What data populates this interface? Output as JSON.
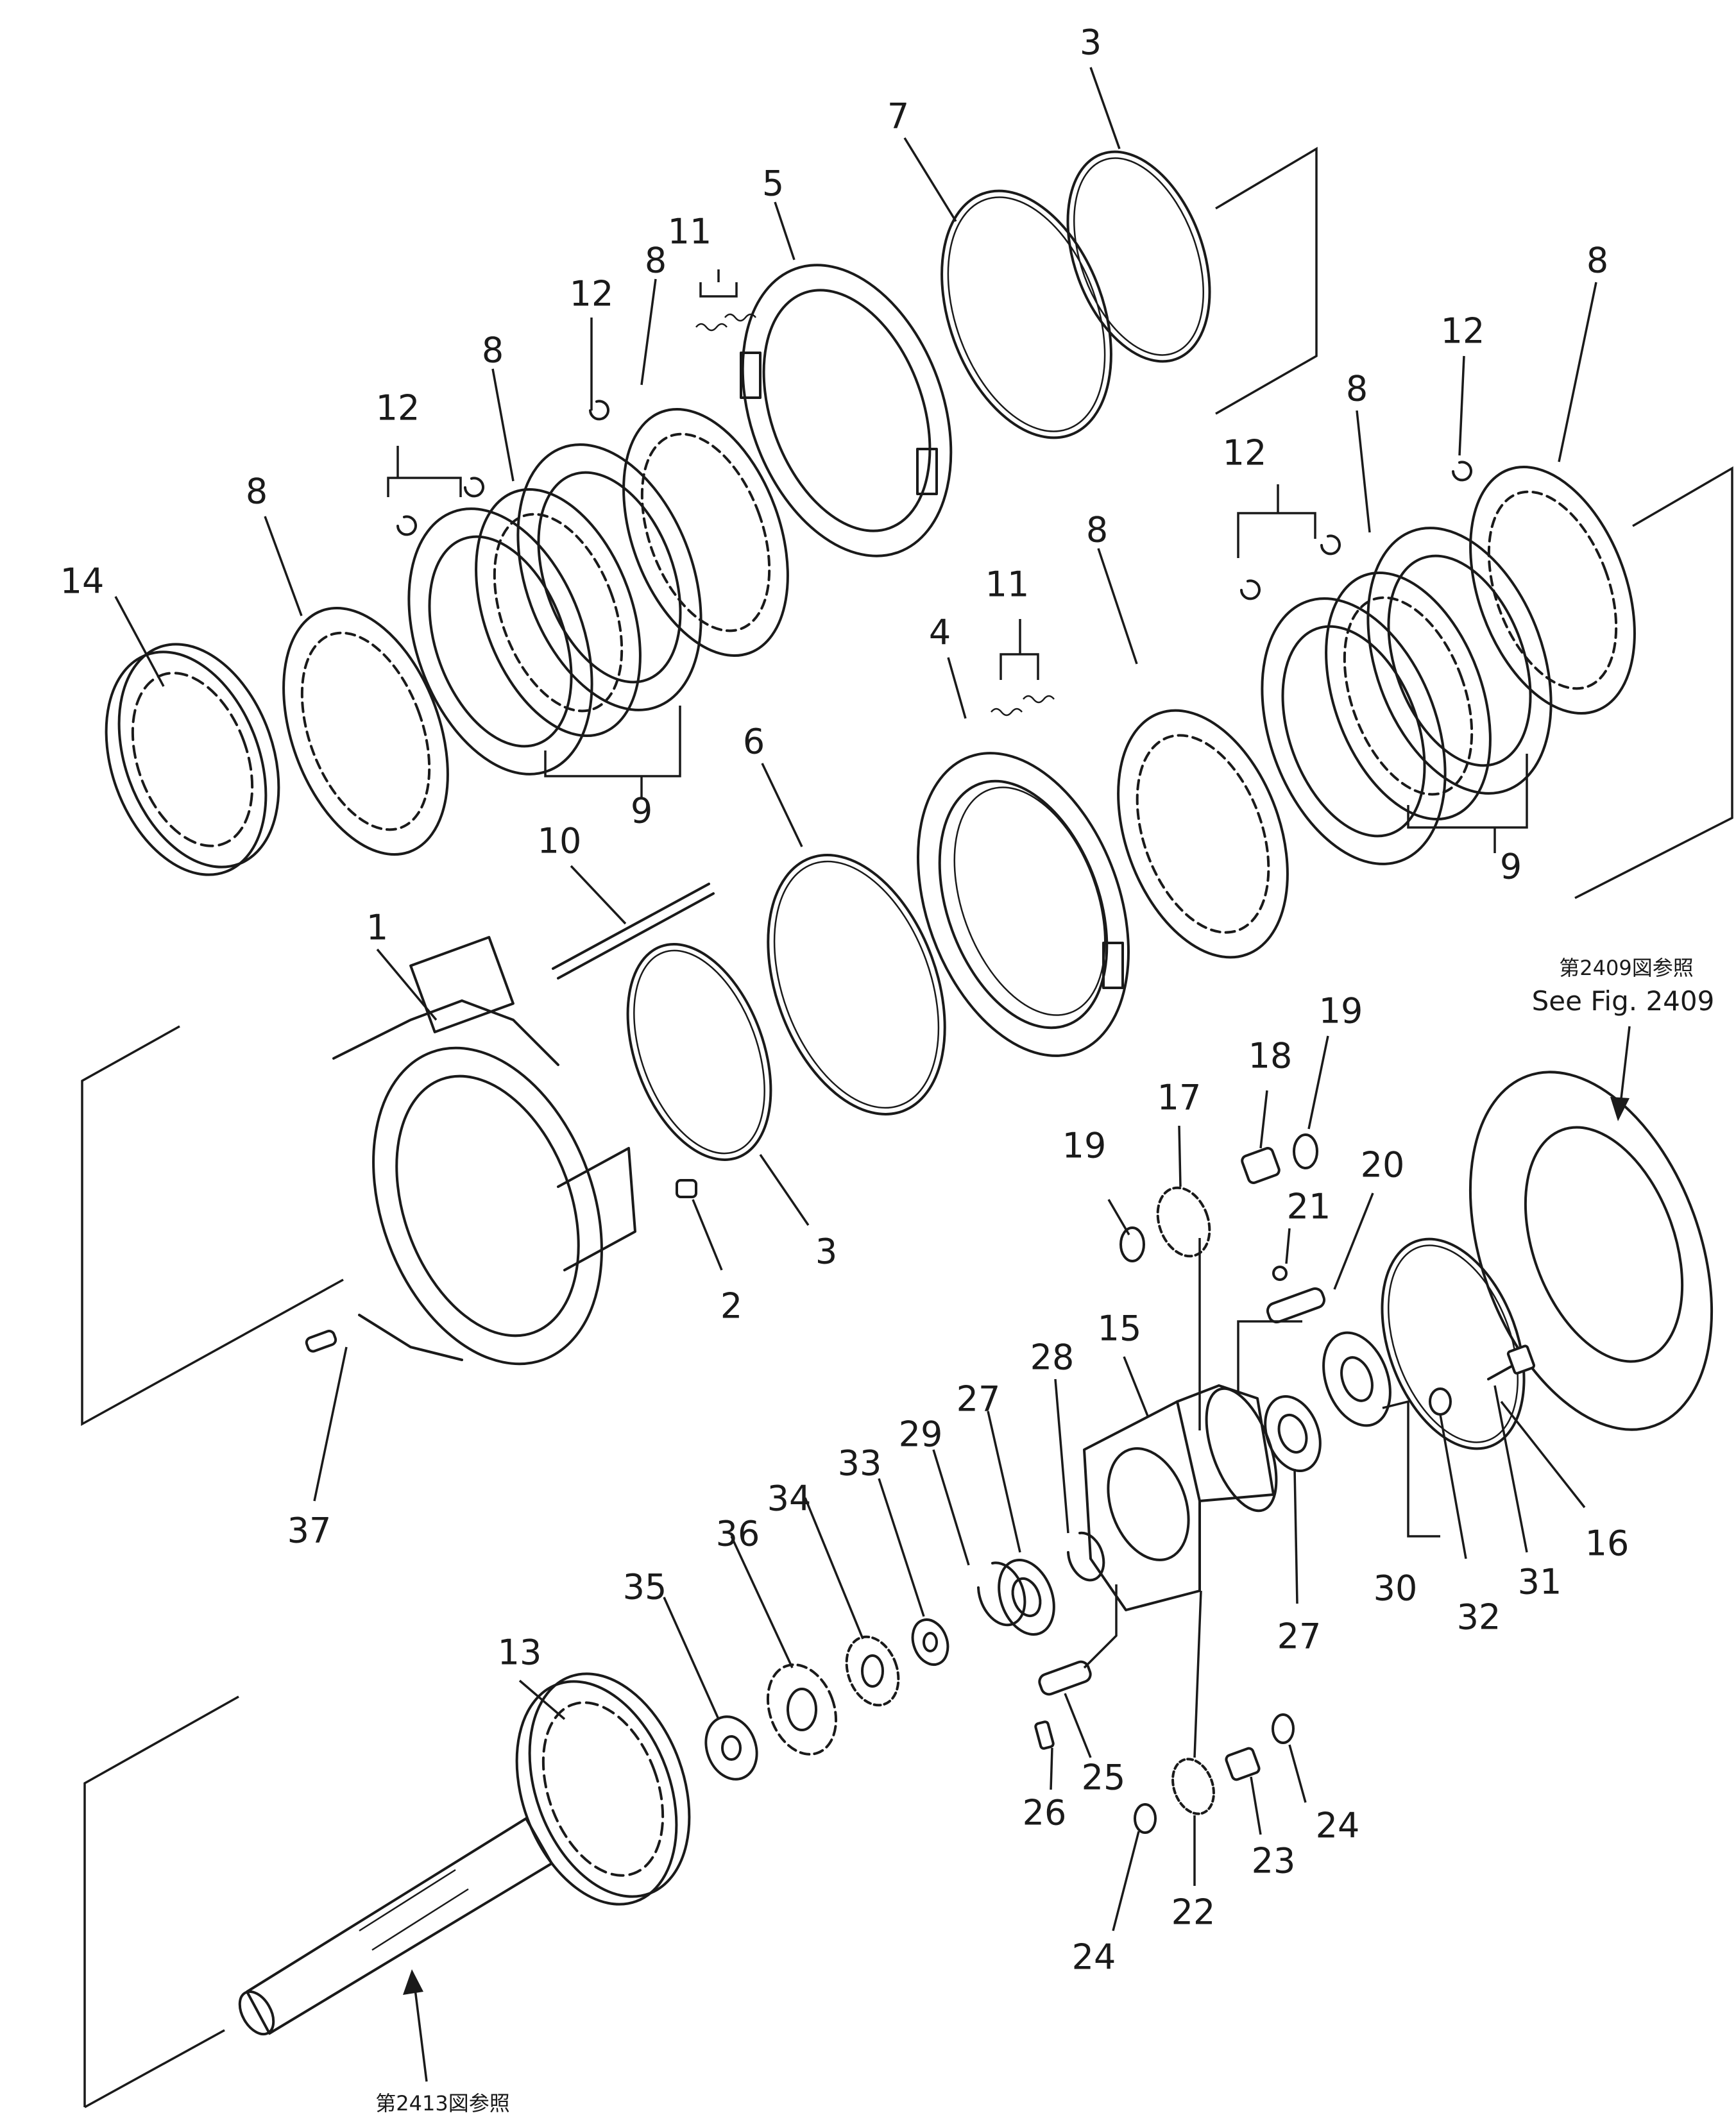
{
  "figure": {
    "reference_top_jp": "第2409図参照",
    "reference_top_en": "See Fig. 2409",
    "reference_bottom_jp": "第2413図参照"
  },
  "labels": [
    {
      "id": "label-1",
      "text": "1"
    },
    {
      "id": "label-2",
      "text": "2"
    },
    {
      "id": "label-3a",
      "text": "3"
    },
    {
      "id": "label-3b",
      "text": "3"
    },
    {
      "id": "label-4",
      "text": "4"
    },
    {
      "id": "label-5",
      "text": "5"
    },
    {
      "id": "label-6",
      "text": "6"
    },
    {
      "id": "label-7",
      "text": "7"
    },
    {
      "id": "label-8a",
      "text": "8"
    },
    {
      "id": "label-8b",
      "text": "8"
    },
    {
      "id": "label-8c",
      "text": "8"
    },
    {
      "id": "label-8d",
      "text": "8"
    },
    {
      "id": "label-8e",
      "text": "8"
    },
    {
      "id": "label-8f",
      "text": "8"
    },
    {
      "id": "label-9a",
      "text": "9"
    },
    {
      "id": "label-9b",
      "text": "9"
    },
    {
      "id": "label-10",
      "text": "10"
    },
    {
      "id": "label-11a",
      "text": "11"
    },
    {
      "id": "label-11b",
      "text": "11"
    },
    {
      "id": "label-12a",
      "text": "12"
    },
    {
      "id": "label-12b",
      "text": "12"
    },
    {
      "id": "label-12c",
      "text": "12"
    },
    {
      "id": "label-12d",
      "text": "12"
    },
    {
      "id": "label-13",
      "text": "13"
    },
    {
      "id": "label-14",
      "text": "14"
    },
    {
      "id": "label-15",
      "text": "15"
    },
    {
      "id": "label-16",
      "text": "16"
    },
    {
      "id": "label-17",
      "text": "17"
    },
    {
      "id": "label-18",
      "text": "18"
    },
    {
      "id": "label-19a",
      "text": "19"
    },
    {
      "id": "label-19b",
      "text": "19"
    },
    {
      "id": "label-20",
      "text": "20"
    },
    {
      "id": "label-21",
      "text": "21"
    },
    {
      "id": "label-22",
      "text": "22"
    },
    {
      "id": "label-23",
      "text": "23"
    },
    {
      "id": "label-24a",
      "text": "24"
    },
    {
      "id": "label-24b",
      "text": "24"
    },
    {
      "id": "label-25",
      "text": "25"
    },
    {
      "id": "label-26",
      "text": "26"
    },
    {
      "id": "label-27a",
      "text": "27"
    },
    {
      "id": "label-27b",
      "text": "27"
    },
    {
      "id": "label-28",
      "text": "28"
    },
    {
      "id": "label-29",
      "text": "29"
    },
    {
      "id": "label-30",
      "text": "30"
    },
    {
      "id": "label-31",
      "text": "31"
    },
    {
      "id": "label-32",
      "text": "32"
    },
    {
      "id": "label-33",
      "text": "33"
    },
    {
      "id": "label-34",
      "text": "34"
    },
    {
      "id": "label-35",
      "text": "35"
    },
    {
      "id": "label-36",
      "text": "36"
    },
    {
      "id": "label-37",
      "text": "37"
    }
  ]
}
